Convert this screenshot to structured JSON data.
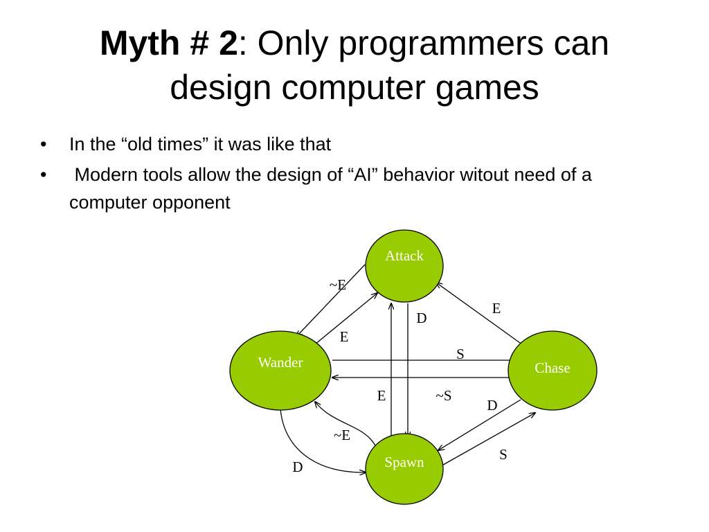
{
  "slide": {
    "title_bold": "Myth # 2",
    "title_rest_line1": ": Only programmers can",
    "title_line2": "design computer games",
    "bullets": [
      {
        "marker": "•",
        "text": "In the “old times” it was like that"
      },
      {
        "marker": "•",
        "text": " Modern tools allow the design of “AI” behavior witout need of a computer opponent"
      }
    ]
  },
  "diagram": {
    "node_color": "#99cc00",
    "states": {
      "attack": "Attack",
      "wander": "Wander",
      "chase": "Chase",
      "spawn": "Spawn"
    },
    "transitions": {
      "attack_to_wander": "~E",
      "wander_to_attack": "E",
      "spawn_to_attack": "E",
      "attack_to_spawn": "D",
      "chase_to_attack": "E",
      "wander_to_chase": "S",
      "chase_to_wander": "~S",
      "chase_to_spawn": "D",
      "spawn_to_chase": "S",
      "spawn_to_wander": "~E",
      "wander_to_spawn": "D"
    }
  }
}
